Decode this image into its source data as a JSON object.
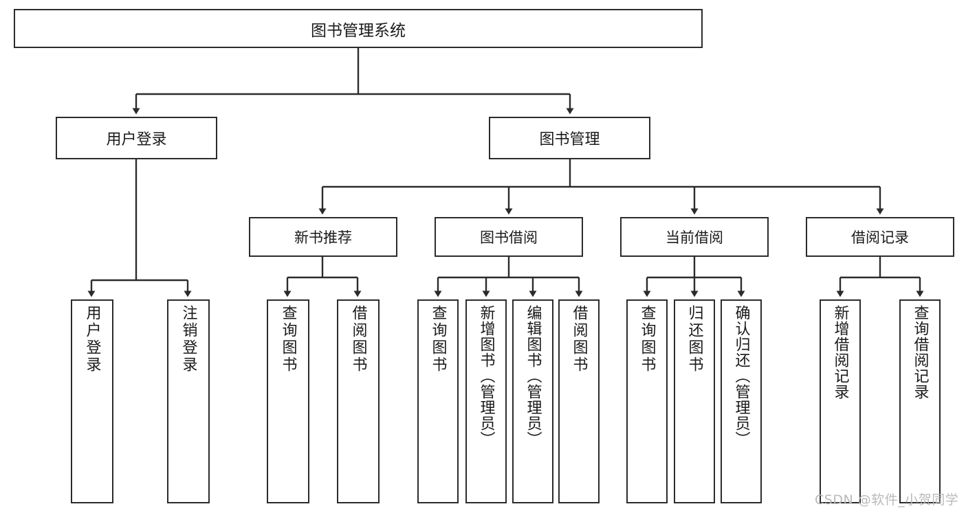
{
  "diagram": {
    "title": "图书管理系统",
    "type": "tree-hierarchy-chart",
    "watermark": "CSDN @软件_小贺同学",
    "colors": {
      "stroke": "#2b2b2b",
      "fill": "#ffffff",
      "text": "#1a1a1a",
      "watermark": "#b9b9b9"
    }
  },
  "nodes": {
    "root": {
      "label": "图书管理系统"
    },
    "level2": [
      {
        "label": "用户登录"
      },
      {
        "label": "图书管理"
      }
    ],
    "level3": [
      {
        "label": "新书推荐"
      },
      {
        "label": "图书借阅"
      },
      {
        "label": "当前借阅"
      },
      {
        "label": "借阅记录"
      }
    ],
    "leaves": {
      "user_login": [
        {
          "label": "用户登录"
        },
        {
          "label": "注销登录"
        }
      ],
      "new_book_recommend": [
        {
          "label": "查询图书"
        },
        {
          "label": "借阅图书"
        }
      ],
      "book_borrow": [
        {
          "label": "查询图书"
        },
        {
          "label": "新增图书（管理员）"
        },
        {
          "label": "编辑图书（管理员）"
        },
        {
          "label": "借阅图书"
        }
      ],
      "current_borrow": [
        {
          "label": "查询图书"
        },
        {
          "label": "归还图书"
        },
        {
          "label": "确认归还（管理员）"
        }
      ],
      "borrow_record": [
        {
          "label": "新增借阅记录"
        },
        {
          "label": "查询借阅记录"
        }
      ]
    }
  }
}
